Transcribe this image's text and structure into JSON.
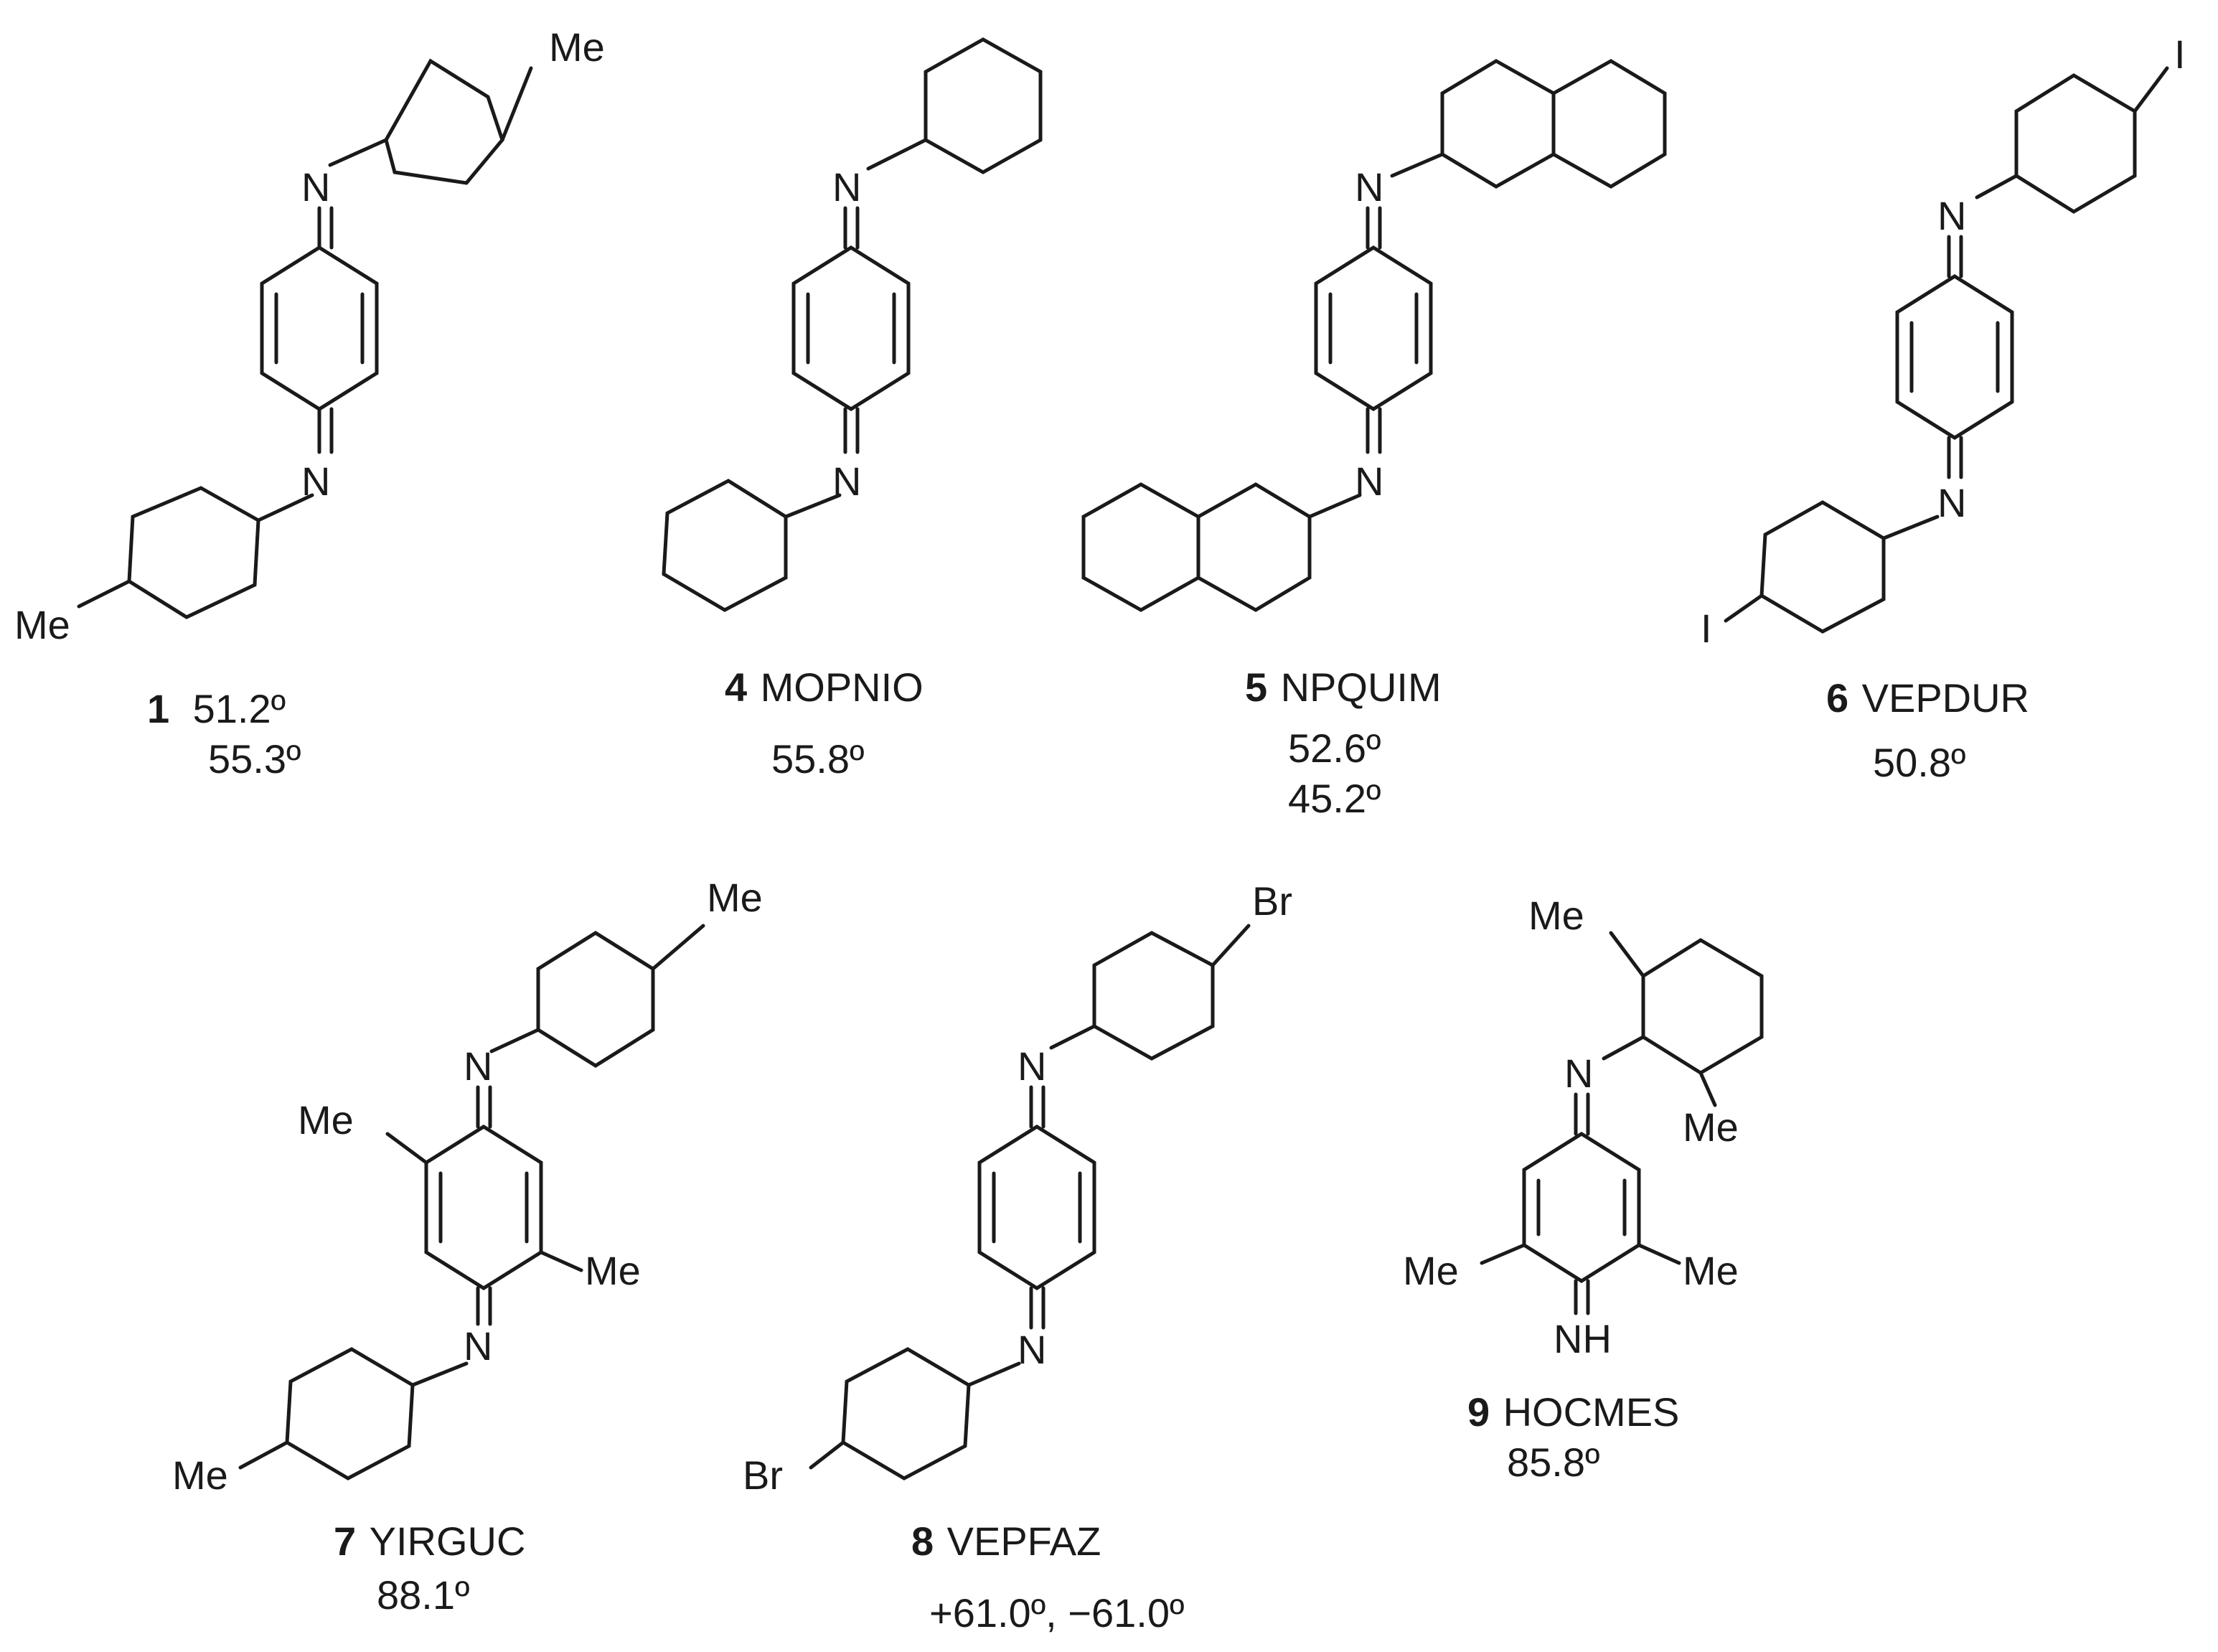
{
  "compounds": [
    {
      "id": "1",
      "number": "1",
      "code": "",
      "angles": [
        "51.2º",
        "55.3º"
      ],
      "substituents": {
        "top_para": "Me",
        "bottom_para": "Me",
        "top_N": "N",
        "bottom_N": "N"
      }
    },
    {
      "id": "4",
      "number": "4",
      "code": "MOPNIO",
      "angles": [
        "55.8º"
      ],
      "substituents": {
        "top_N": "N",
        "bottom_N": "N"
      }
    },
    {
      "id": "5",
      "number": "5",
      "code": "NPQUIM",
      "angles": [
        "52.6º",
        "45.2º"
      ],
      "substituents": {
        "top_N": "N",
        "bottom_N": "N"
      }
    },
    {
      "id": "6",
      "number": "6",
      "code": "VEPDUR",
      "angles": [
        "50.8º"
      ],
      "substituents": {
        "top_para": "I",
        "bottom_para": "I",
        "top_N": "N",
        "bottom_N": "N"
      }
    },
    {
      "id": "7",
      "number": "7",
      "code": "YIRGUC",
      "angles": [
        "88.1º"
      ],
      "substituents": {
        "top_para": "Me",
        "bottom_para": "Me",
        "ring_me_left": "Me",
        "ring_me_right": "Me",
        "top_N": "N",
        "bottom_N": "N"
      }
    },
    {
      "id": "8",
      "number": "8",
      "code": "VEPFAZ",
      "angles": [
        "+61.0º, −61.0º"
      ],
      "substituents": {
        "top_para": "Br",
        "bottom_para": "Br",
        "top_N": "N",
        "bottom_N": "N"
      }
    },
    {
      "id": "9",
      "number": "9",
      "code": "HOCMES",
      "angles": [
        "85.8º"
      ],
      "substituents": {
        "aryl_me_top": "Me",
        "aryl_me_bottom": "Me",
        "ring_me_left": "Me",
        "ring_me_right": "Me",
        "top_N": "N",
        "imine": "NH"
      }
    }
  ]
}
